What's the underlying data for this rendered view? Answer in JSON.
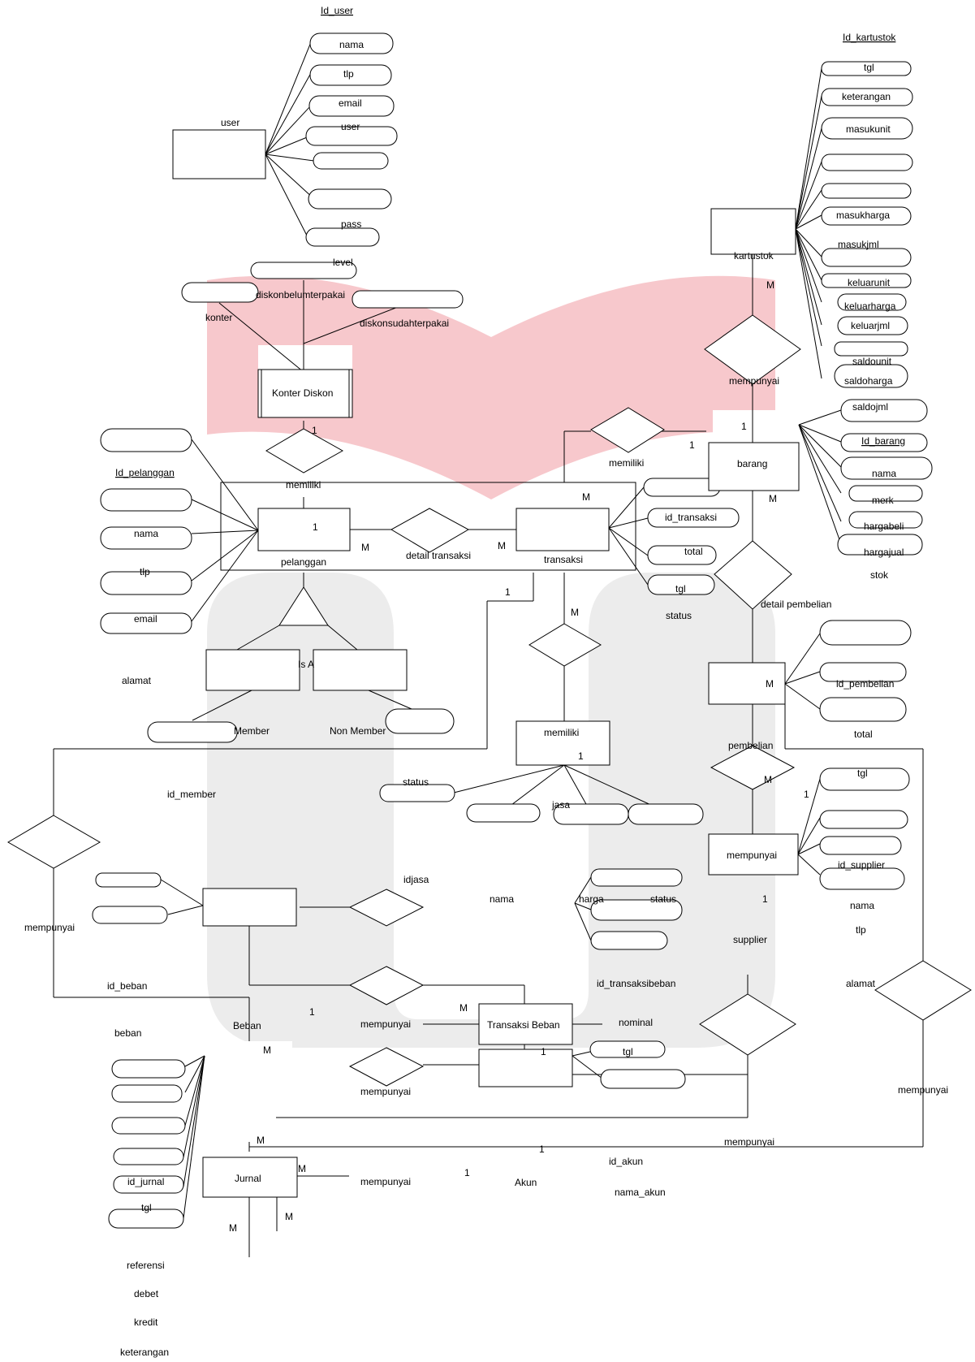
{
  "watermark": {
    "book_color": "#f7c8cc",
    "u_color": "#ececec"
  },
  "entities": {
    "user": "user",
    "kartustok": "kartustok",
    "konter_diskon": "Konter Diskon",
    "barang": "barang",
    "pelanggan": "pelanggan",
    "pelanggan_num": "1",
    "transaksi": "transaksi",
    "member": "Member",
    "non_member": "Non Member",
    "pembelian_num": "M",
    "mempunyai_box": "mempunyai",
    "transaksi_beban": "Transaksi Beban",
    "jurnal": "Jurnal"
  },
  "isa": {
    "label": "Is A"
  },
  "user_attrs": {
    "id": "Id_user",
    "items": [
      "nama",
      "tlp",
      "email",
      "user",
      "pass",
      "level"
    ]
  },
  "kartustok_attrs": {
    "id": "Id_kartustok",
    "items": [
      "tgl",
      "keterangan",
      "masukunit",
      "masukharga",
      "masukjml",
      "keluarunit",
      "keluarharga",
      "keluarjml",
      "saldounit",
      "saldoharga",
      "saldojml"
    ]
  },
  "konter_attrs": {
    "a": "konter",
    "b": "diskonbelumterpakai",
    "c": "diskonsudahterpakai"
  },
  "barang_attrs": {
    "id": "Id_barang",
    "items": [
      "nama",
      "merk",
      "hargabeli",
      "hargajual",
      "stok"
    ]
  },
  "pelanggan_attrs": {
    "id": "Id_pelanggan",
    "items": [
      "nama",
      "tlp",
      "email",
      "alamat"
    ]
  },
  "transaksi_attrs": {
    "items": [
      "id_transaksi",
      "total",
      "tgl",
      "status"
    ]
  },
  "member_attrs": {
    "items": [
      "id_member"
    ]
  },
  "pembelian_attrs": {
    "items": [
      "id_pembelian",
      "total"
    ]
  },
  "pembelian_label": "pembelian",
  "jasa_attrs": {
    "items": [
      "status",
      "jasa",
      "idjasa",
      "nama",
      "harga"
    ]
  },
  "supplier_attrs": {
    "items": [
      "tgl",
      "id_supplier",
      "nama",
      "tlp",
      "alamat"
    ],
    "entity_label": "supplier"
  },
  "beban_attrs": {
    "items": [
      "id_beban",
      "beban"
    ],
    "entity_label": "Beban"
  },
  "transbeban_attrs": {
    "items": [
      "status",
      "id_transaksibeban",
      "nominal",
      "tgl"
    ]
  },
  "akun_attrs": {
    "items": [
      "id_akun",
      "nama_akun"
    ],
    "entity_label": "Akun"
  },
  "jurnal_attrs": {
    "items": [
      "id_jurnal",
      "tgl",
      "referensi",
      "debet",
      "kredit",
      "keterangan"
    ]
  },
  "relationships": {
    "kartustok_barang": "mempunyai",
    "konter_pelanggan": "memiliki",
    "transaksi_barang": "memiliki",
    "pelanggan_transaksi": "detail transaksi",
    "transaksi_jasa": "memiliki",
    "barang_pembelian": "detail pembelian",
    "member_rel": "mempunyai",
    "beban_rel_a": "mempunyai",
    "beban_rel_b": "mempunyai",
    "akun_rel": "mempunyai",
    "jurnal_rel": "mempunyai",
    "supplier_right": "mempunyai"
  },
  "cardinalities": {
    "kartustok_m": "M",
    "konter_1": "1",
    "barang_1_top": "1",
    "barang_1_left": "1",
    "transaksi_m_top": "M",
    "barang_m": "M",
    "pel_m": "M",
    "trans_m": "M",
    "trans_1": "1",
    "trans_m_bottom": "M",
    "jasa_1": "1",
    "pemb_m": "M",
    "supplier_1_left": "1",
    "supplier_1": "1",
    "beban_1": "1",
    "tb_m": "M",
    "tb_1": "1",
    "beban_m": "M",
    "akun_m": "M",
    "akun_1_top": "1",
    "akun_1": "1",
    "jurnal_m_a": "M",
    "jurnal_m_b": "M",
    "jurnal_m_c": "M"
  }
}
